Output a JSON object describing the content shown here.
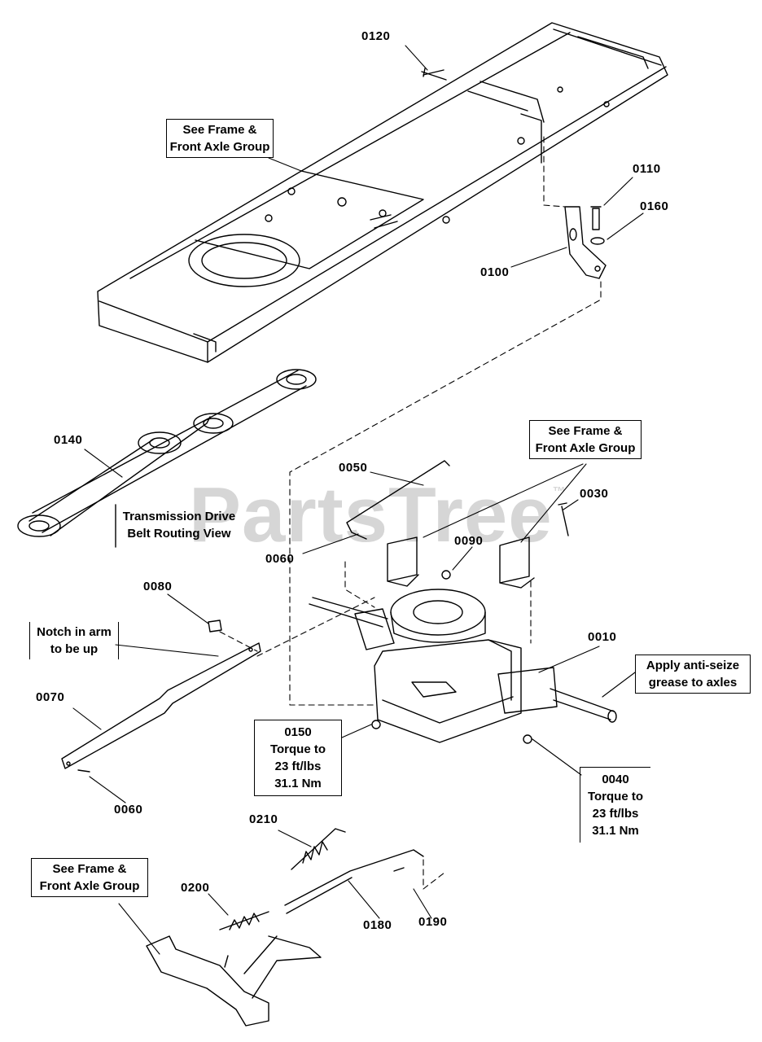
{
  "watermark": {
    "text": "PartsTree",
    "mark": "™"
  },
  "parts": {
    "p0120": "0120",
    "p0110": "0110",
    "p0160": "0160",
    "p0100": "0100",
    "p0140": "0140",
    "p0050": "0050",
    "p0030": "0030",
    "p0060a": "0060",
    "p0090": "0090",
    "p0080": "0080",
    "p0010": "0010",
    "p0070": "0070",
    "p0060b": "0060",
    "p0210": "0210",
    "p0200": "0200",
    "p0180": "0180",
    "p0190": "0190"
  },
  "notes": {
    "frame_top": [
      "See Frame &",
      "Front Axle Group"
    ],
    "frame_mid": [
      "See Frame &",
      "Front Axle Group"
    ],
    "frame_bottom": [
      "See Frame &",
      "Front Axle Group"
    ],
    "belt_view": [
      "Transmission Drive",
      "Belt Routing View"
    ],
    "notch": [
      "Notch in arm",
      "to be up"
    ],
    "antiseize": [
      "Apply anti-seize",
      "grease to axles"
    ],
    "torque_0150": [
      "0150",
      "Torque to",
      "23 ft/lbs",
      "31.1 Nm"
    ],
    "torque_0040": [
      "0040",
      "Torque to",
      "23 ft/lbs",
      "31.1 Nm"
    ]
  }
}
